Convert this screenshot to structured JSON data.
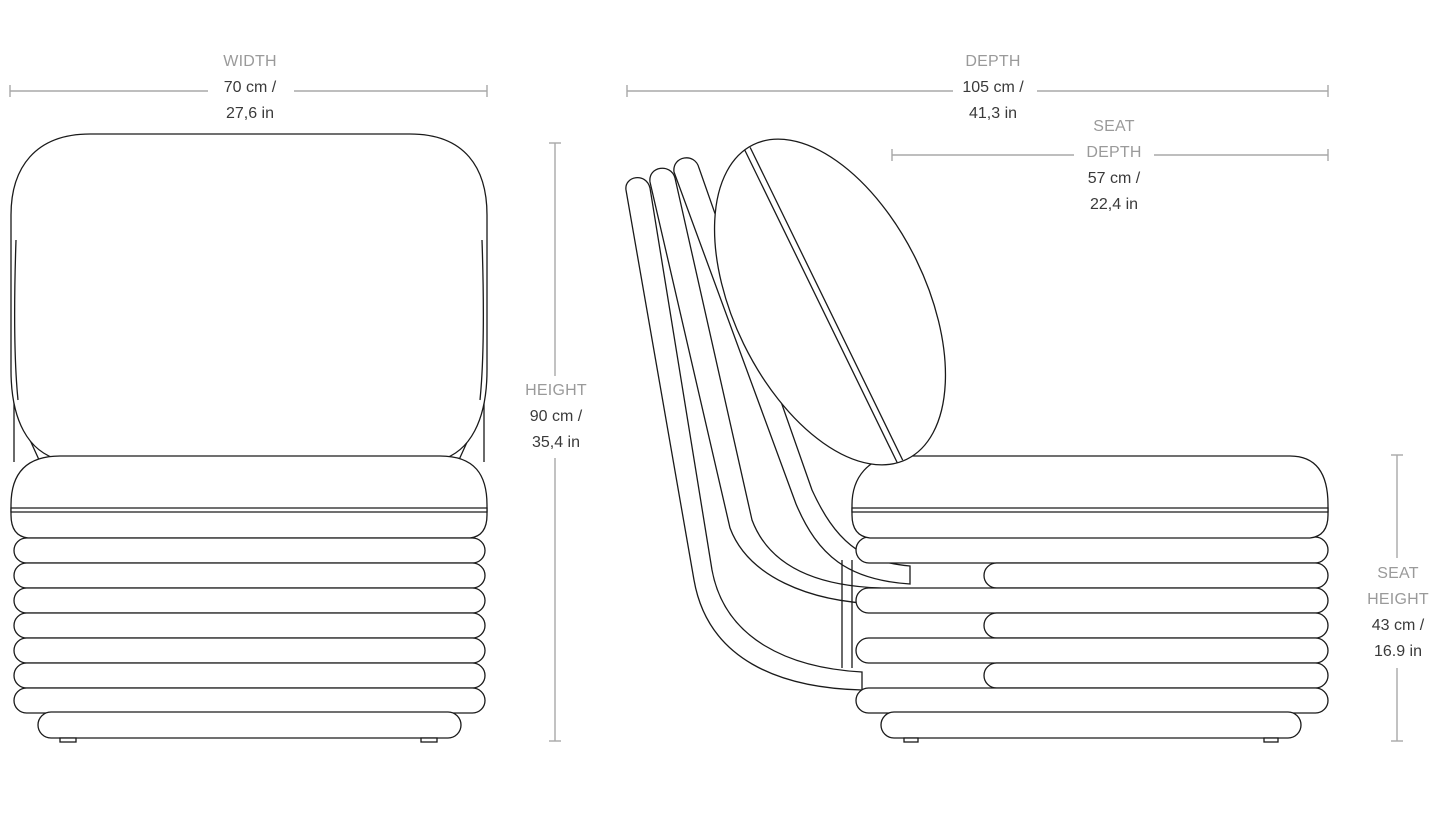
{
  "dimensions": {
    "width": {
      "title": "WIDTH",
      "cm": "70 cm /",
      "in": "27,6 in"
    },
    "depth": {
      "title": "DEPTH",
      "cm": "105 cm /",
      "in": "41,3 in"
    },
    "seat_depth": {
      "title_1": "SEAT",
      "title_2": "DEPTH",
      "cm": "57 cm /",
      "in": "22,4 in"
    },
    "height": {
      "title": "HEIGHT",
      "cm": "90 cm /",
      "in": "35,4 in"
    },
    "seat_height": {
      "title_1": "SEAT",
      "title_2": "HEIGHT",
      "cm": "43 cm /",
      "in": "16.9 in"
    }
  },
  "colors": {
    "dimension_line": "#a8a8a8",
    "label_title": "#9a9a9a",
    "label_value": "#3a3a3a",
    "ink": "#1a1a1a"
  }
}
